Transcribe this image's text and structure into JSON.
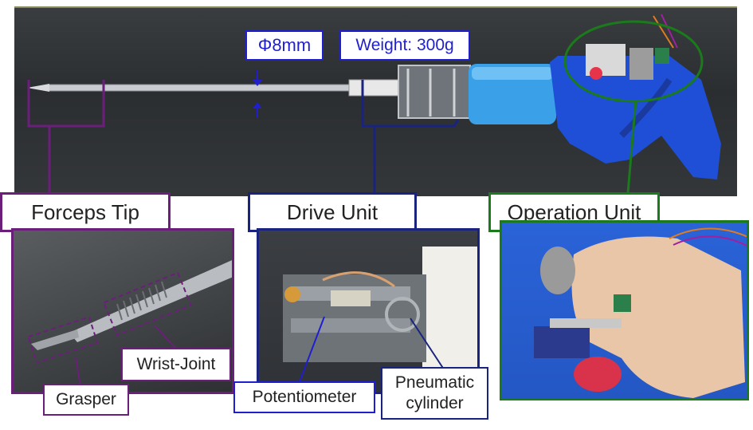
{
  "annotations": {
    "diameter": "Φ8mm",
    "weight": "Weight: 300g"
  },
  "sections": {
    "forceps_tip": "Forceps Tip",
    "drive_unit": "Drive Unit",
    "operation_unit": "Operation Unit"
  },
  "callouts": {
    "grasper": "Grasper",
    "wrist_joint": "Wrist-Joint",
    "potentiometer": "Potentiometer",
    "pneumatic_cylinder_line1": "Pneumatic",
    "pneumatic_cylinder_line2": "cylinder"
  },
  "colors": {
    "purple": "#6b1f7a",
    "navy": "#1a237e",
    "blue": "#1f1fd0",
    "green": "#1b7a1b"
  }
}
